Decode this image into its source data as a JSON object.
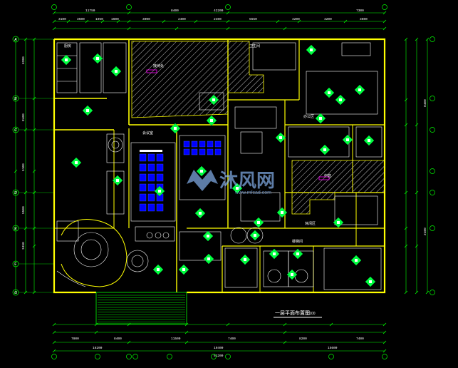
{
  "drawing": {
    "title": "一层平面布置图",
    "scale": "1:100",
    "watermark_cn": "沐风网",
    "watermark_url": "www.mfcad.com",
    "logo_icon": "mfcad-logo-icon",
    "room_labels": [
      "办公区",
      "休闲区",
      "楼梯间",
      "卫生间",
      "接待处",
      "中庭",
      "会议室",
      "厨房"
    ],
    "dimensions_top_row1": [
      "11750",
      "8400",
      "42200",
      "7300"
    ],
    "dimensions_top_row2": [
      "3100",
      "3500",
      "1950",
      "1600",
      "3000",
      "2400",
      "2400",
      "5550",
      "4200",
      "4200",
      "3600"
    ],
    "dimensions_bottom_row1": [
      "7800",
      "8400",
      "11500",
      "7400",
      "8200",
      "7400"
    ],
    "dimensions_bottom_row2": [
      "16200",
      "19400",
      "15600"
    ],
    "dimensions_bottom_total": "51200",
    "dimensions_side": [
      "6200",
      "8400",
      "5100",
      "5500",
      "3450",
      "8400",
      "2100"
    ],
    "grid_axes_left": [
      "A",
      "B",
      "C",
      "D",
      "E",
      "F",
      "G"
    ],
    "colors": {
      "background": "#000000",
      "wall": "#ffff00",
      "dimension": "#00ff00",
      "furniture": "#ffffff",
      "hatch": "#c0c0c0",
      "seat": "#0000ff",
      "room_tag": "#00ff40",
      "accent": "#ff00ff",
      "watermark": "#8fbfff"
    }
  }
}
